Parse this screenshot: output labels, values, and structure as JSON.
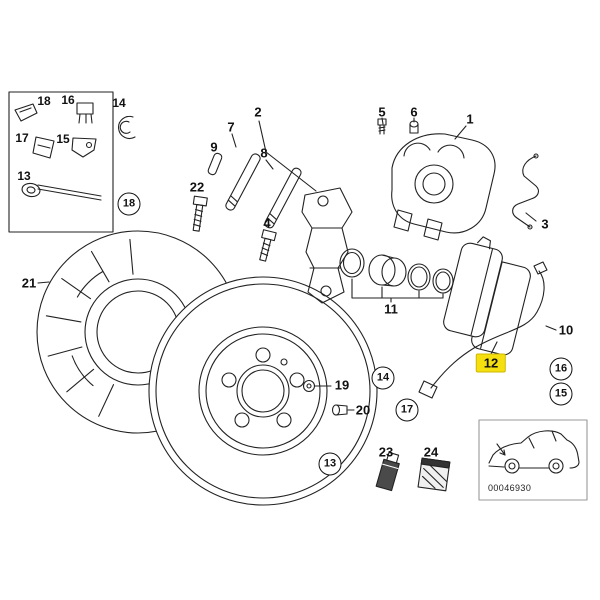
{
  "colors": {
    "highlight": "#f6df0e",
    "line_art": "#222222"
  },
  "selected_part": "12",
  "labels": {
    "p1": "1",
    "p2": "2",
    "p3": "3",
    "p4": "4",
    "p5": "5",
    "p6": "6",
    "p7": "7",
    "p8": "8",
    "p9": "9",
    "p10": "10",
    "p11": "11",
    "p12": "12",
    "p19": "19",
    "p20": "20",
    "p21": "21",
    "p22": "22",
    "p23": "23",
    "p24": "24"
  },
  "circled_labels": {
    "p13": "13",
    "p14": "14",
    "p15": "15",
    "p16": "16",
    "p17": "17",
    "p18": "18"
  },
  "inset_labels": {
    "p13": "13",
    "p14": "14",
    "p15": "15",
    "p16": "16",
    "p17": "17",
    "p18": "18"
  },
  "reference": {
    "part_code": "00046930"
  }
}
